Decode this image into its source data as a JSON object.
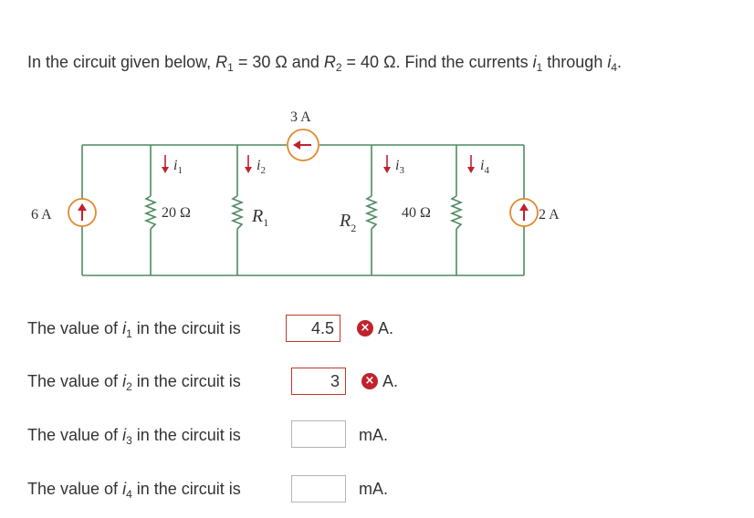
{
  "question": {
    "prefix": "In the circuit given below, ",
    "r1_label": "R",
    "r1_sub": "1",
    "r1_value": " = 30 Ω and ",
    "r2_label": "R",
    "r2_sub": "2",
    "r2_value": " = 40 Ω. Find the currents ",
    "i1_label": "i",
    "i1_sub": "1",
    "through": " through ",
    "i4_label": "i",
    "i4_sub": "4",
    "end": "."
  },
  "circuit": {
    "source_6a": "6 A",
    "source_3a": "3 A",
    "source_2a": "2 A",
    "res_20": "20 Ω",
    "res_40": "40 Ω",
    "r1": "R",
    "r1_sub": "1",
    "r2": "R",
    "r2_sub": "2",
    "i1": "i",
    "i1_sub": "1",
    "i2": "i",
    "i2_sub": "2",
    "i3": "i",
    "i3_sub": "3",
    "i4": "i",
    "i4_sub": "4",
    "wire_color": "#4f8a62",
    "source_color": "#e0892c",
    "arrow_color": "#c0222d"
  },
  "answers": [
    {
      "prefix": "The value of ",
      "var": "i",
      "sub": "1",
      "suffix": " in the circuit is",
      "value": "4.5",
      "unit": "A.",
      "status": "incorrect"
    },
    {
      "prefix": "The value of ",
      "var": "i",
      "sub": "2",
      "suffix": " in the circuit is",
      "value": "3",
      "unit": "A.",
      "status": "incorrect"
    },
    {
      "prefix": "The value of ",
      "var": "i",
      "sub": "3",
      "suffix": " in the circuit is",
      "value": "",
      "unit": "mA.",
      "status": "empty"
    },
    {
      "prefix": "The value of ",
      "var": "i",
      "sub": "4",
      "suffix": " in the circuit is",
      "value": "",
      "unit": "mA.",
      "status": "empty"
    }
  ],
  "icons": {
    "error": "×"
  }
}
